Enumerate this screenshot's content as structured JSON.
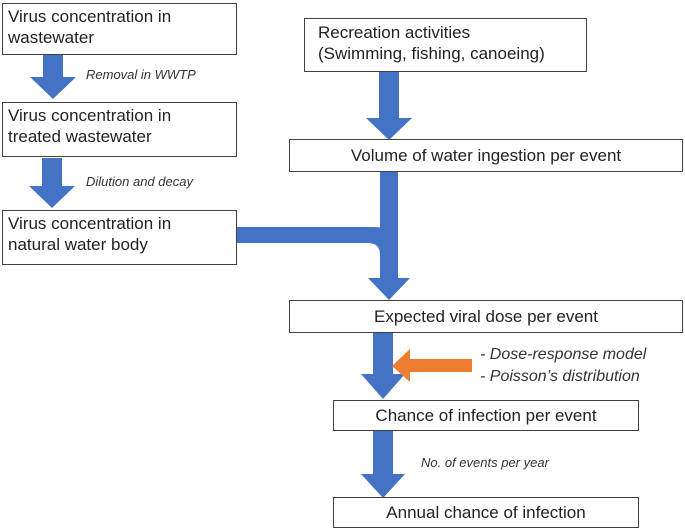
{
  "boxes": {
    "virus_wastewater": {
      "lines": [
        "Virus concentration in",
        "wastewater"
      ]
    },
    "virus_treated": {
      "lines": [
        "Virus concentration in",
        "treated wastewater"
      ]
    },
    "virus_natural": {
      "lines": [
        "Virus concentration in",
        "natural water body"
      ]
    },
    "recreation": {
      "lines": [
        "Recreation activities",
        "(Swimming, fishing, canoeing)"
      ]
    },
    "water_ingestion": {
      "text": "Volume of water ingestion per event"
    },
    "viral_dose": {
      "text": "Expected viral dose  per event"
    },
    "infection_event": {
      "text": "Chance of infection per event"
    },
    "annual_infection": {
      "text": "Annual chance of infection"
    }
  },
  "annotations": {
    "removal": "Removal in WWTP",
    "dilution": "Dilution and decay",
    "dose_response": "- Dose-response model",
    "poisson": "- Poisson’s distribution",
    "events_per_year": "No. of events per year"
  },
  "colors": {
    "arrow_blue": "#4472C4",
    "arrow_orange": "#ED7D31",
    "border": "#404040"
  }
}
